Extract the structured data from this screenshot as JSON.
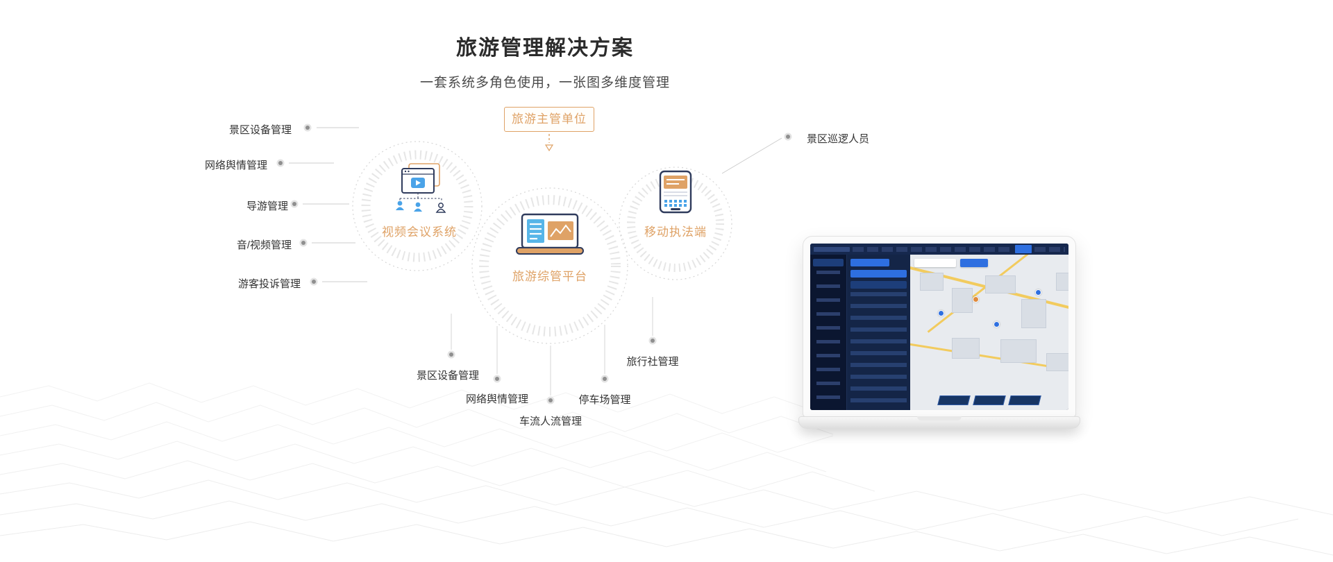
{
  "page": {
    "title": "旅游管理解决方案",
    "subtitle": "一套系统多角色使用，一张图多维度管理"
  },
  "diagram": {
    "authority_label": "旅游主管单位",
    "node_labels": [
      "视频会议系统",
      "旅游综管平台",
      "移动执法端"
    ],
    "left_labels": [
      "景区设备管理",
      "网络舆情管理",
      "导游管理",
      "音/视频管理",
      "游客投诉管理"
    ],
    "right_labels": [
      "景区巡逻人员"
    ],
    "bottom_labels": [
      "景区设备管理",
      "网络舆情管理",
      "车流人流管理",
      "停车场管理",
      "旅行社管理"
    ],
    "icons": [
      "video-conference-icon",
      "platform-laptop-icon",
      "mobile-enforcement-icon"
    ],
    "colors": {
      "accent_orange": "#DFA266",
      "icon_navy": "#2F3B5C",
      "icon_blue": "#4AA3E8",
      "line_gray": "#CCCCCC",
      "text_dark": "#333333",
      "dashboard_navy": "#0E1A38",
      "dashboard_blue": "#2E6FE0"
    }
  }
}
